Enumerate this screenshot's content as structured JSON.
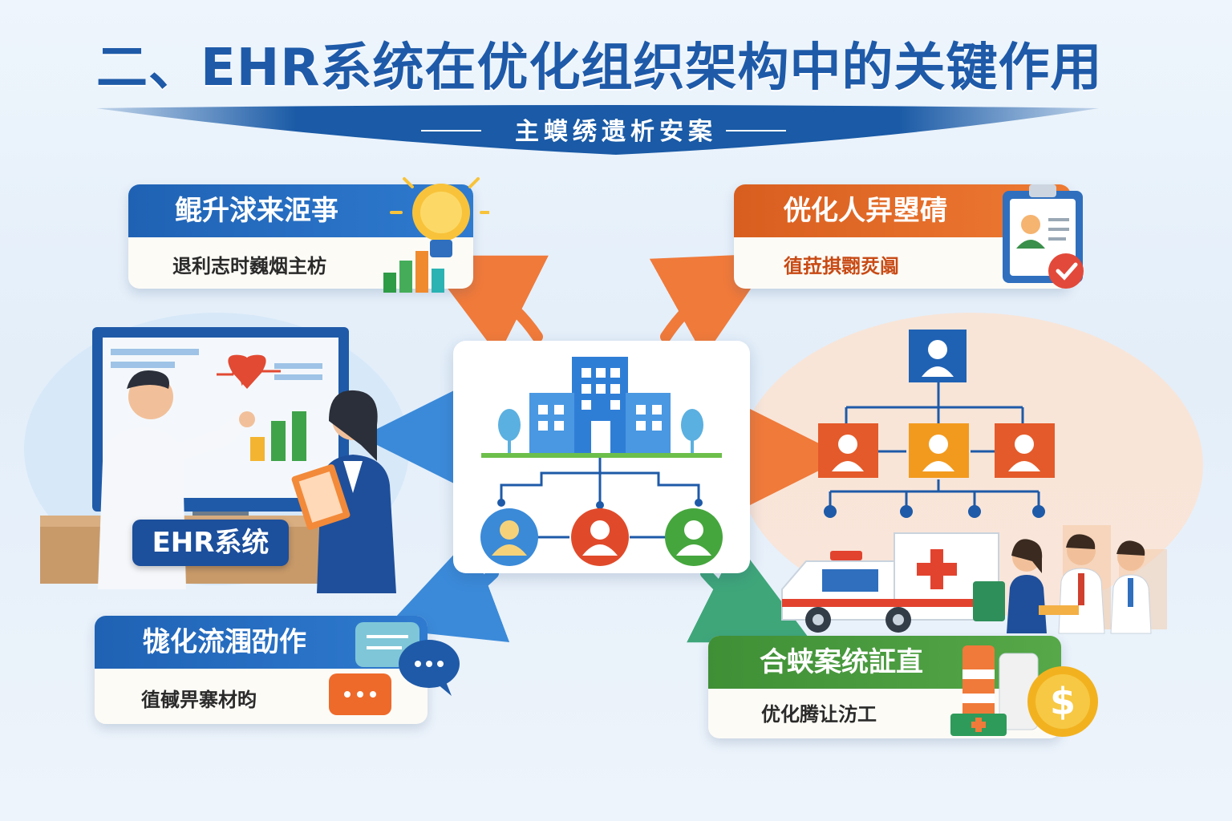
{
  "title": "二、EHR系统在优化组织架构中的关键作用",
  "subtitle": "主蟆绣遗析安案",
  "center": {
    "icon": "building-org-icon",
    "people": [
      "person-gold-icon",
      "person-red-icon",
      "person-green-icon"
    ]
  },
  "cards": {
    "top_left": {
      "heading": "鲲升浗来洍亊",
      "sub": "退利志时巍烟主枋"
    },
    "top_right": {
      "heading": "侊化人舁曌碃",
      "sub": "徝菈掑翾烎阘"
    },
    "bottom_left": {
      "heading": "牻化流涠劭作",
      "sub": "徝戫畀寨材昀"
    },
    "bottom_right": {
      "heading": "合蛱案统証直",
      "sub": "优化腾让汸工"
    }
  },
  "ehr_badge": "EHR系统",
  "colors": {
    "title": "#1e5aa8",
    "ribbon": "#1a5aa6",
    "blue_card": "#1f62b4",
    "orange_card": "#e06a25",
    "green_card": "#4a9a3c",
    "arrow_orange": "#f07a3a",
    "arrow_blue": "#3b8ad9",
    "arrow_green": "#3fa67a"
  }
}
